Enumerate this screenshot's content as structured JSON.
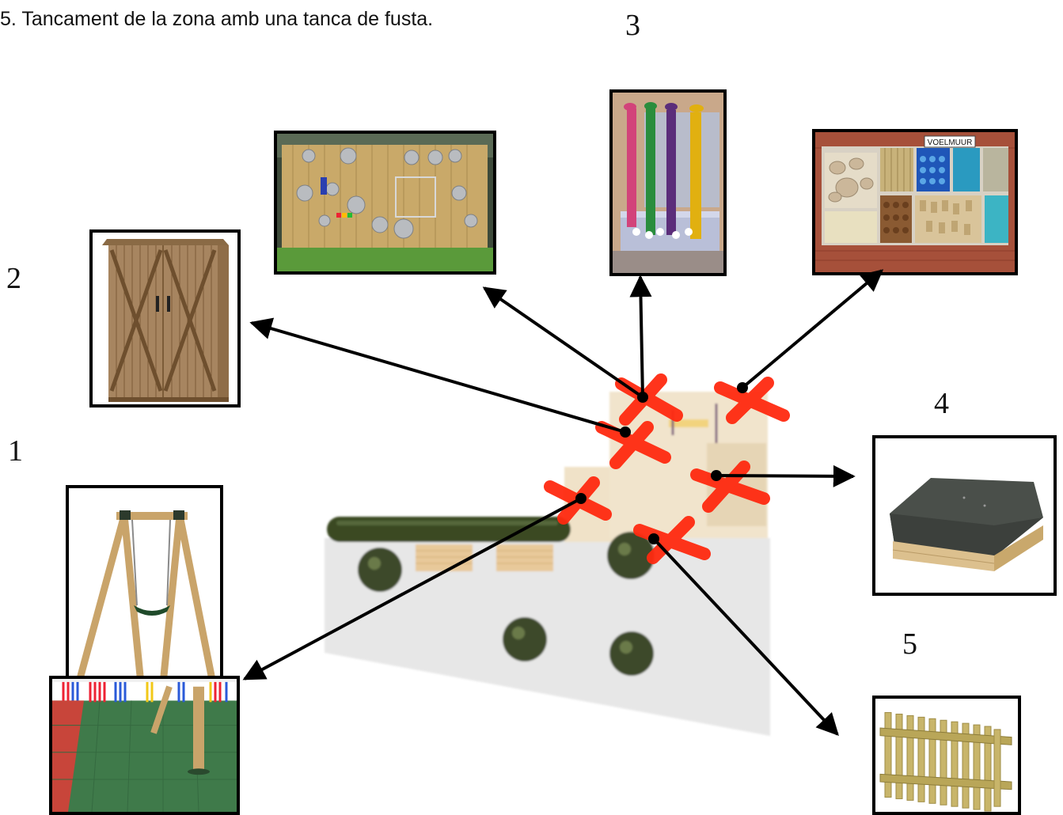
{
  "caption": "5. Tancament de la zona amb una tanca de fusta.",
  "labels": {
    "n1": "1",
    "n2": "2",
    "n3": "3",
    "n4": "4",
    "n5": "5"
  },
  "photos": {
    "music_wall": {
      "description_icon": "kitchen-pots-wall-icon"
    },
    "rain_pipes": {
      "description_icon": "colored-pipes-icon"
    },
    "sensory_wall": {
      "sign_text": "VOELMUUR"
    },
    "shed": {
      "description_icon": "wooden-shed-icon"
    },
    "swing": {
      "description_icon": "swing-icon"
    },
    "rubber_floor": {
      "description_icon": "rubber-floor-icon"
    },
    "sandbox": {
      "description_icon": "sandbox-icon"
    },
    "fence": {
      "description_icon": "wooden-fence-icon"
    }
  },
  "colors": {
    "marker_red": "#ff2a10",
    "frame": "#000000",
    "plan_ground": "#e8e8e8",
    "plan_sand": "#f1e4cc",
    "hedge": "#3a4a22"
  }
}
